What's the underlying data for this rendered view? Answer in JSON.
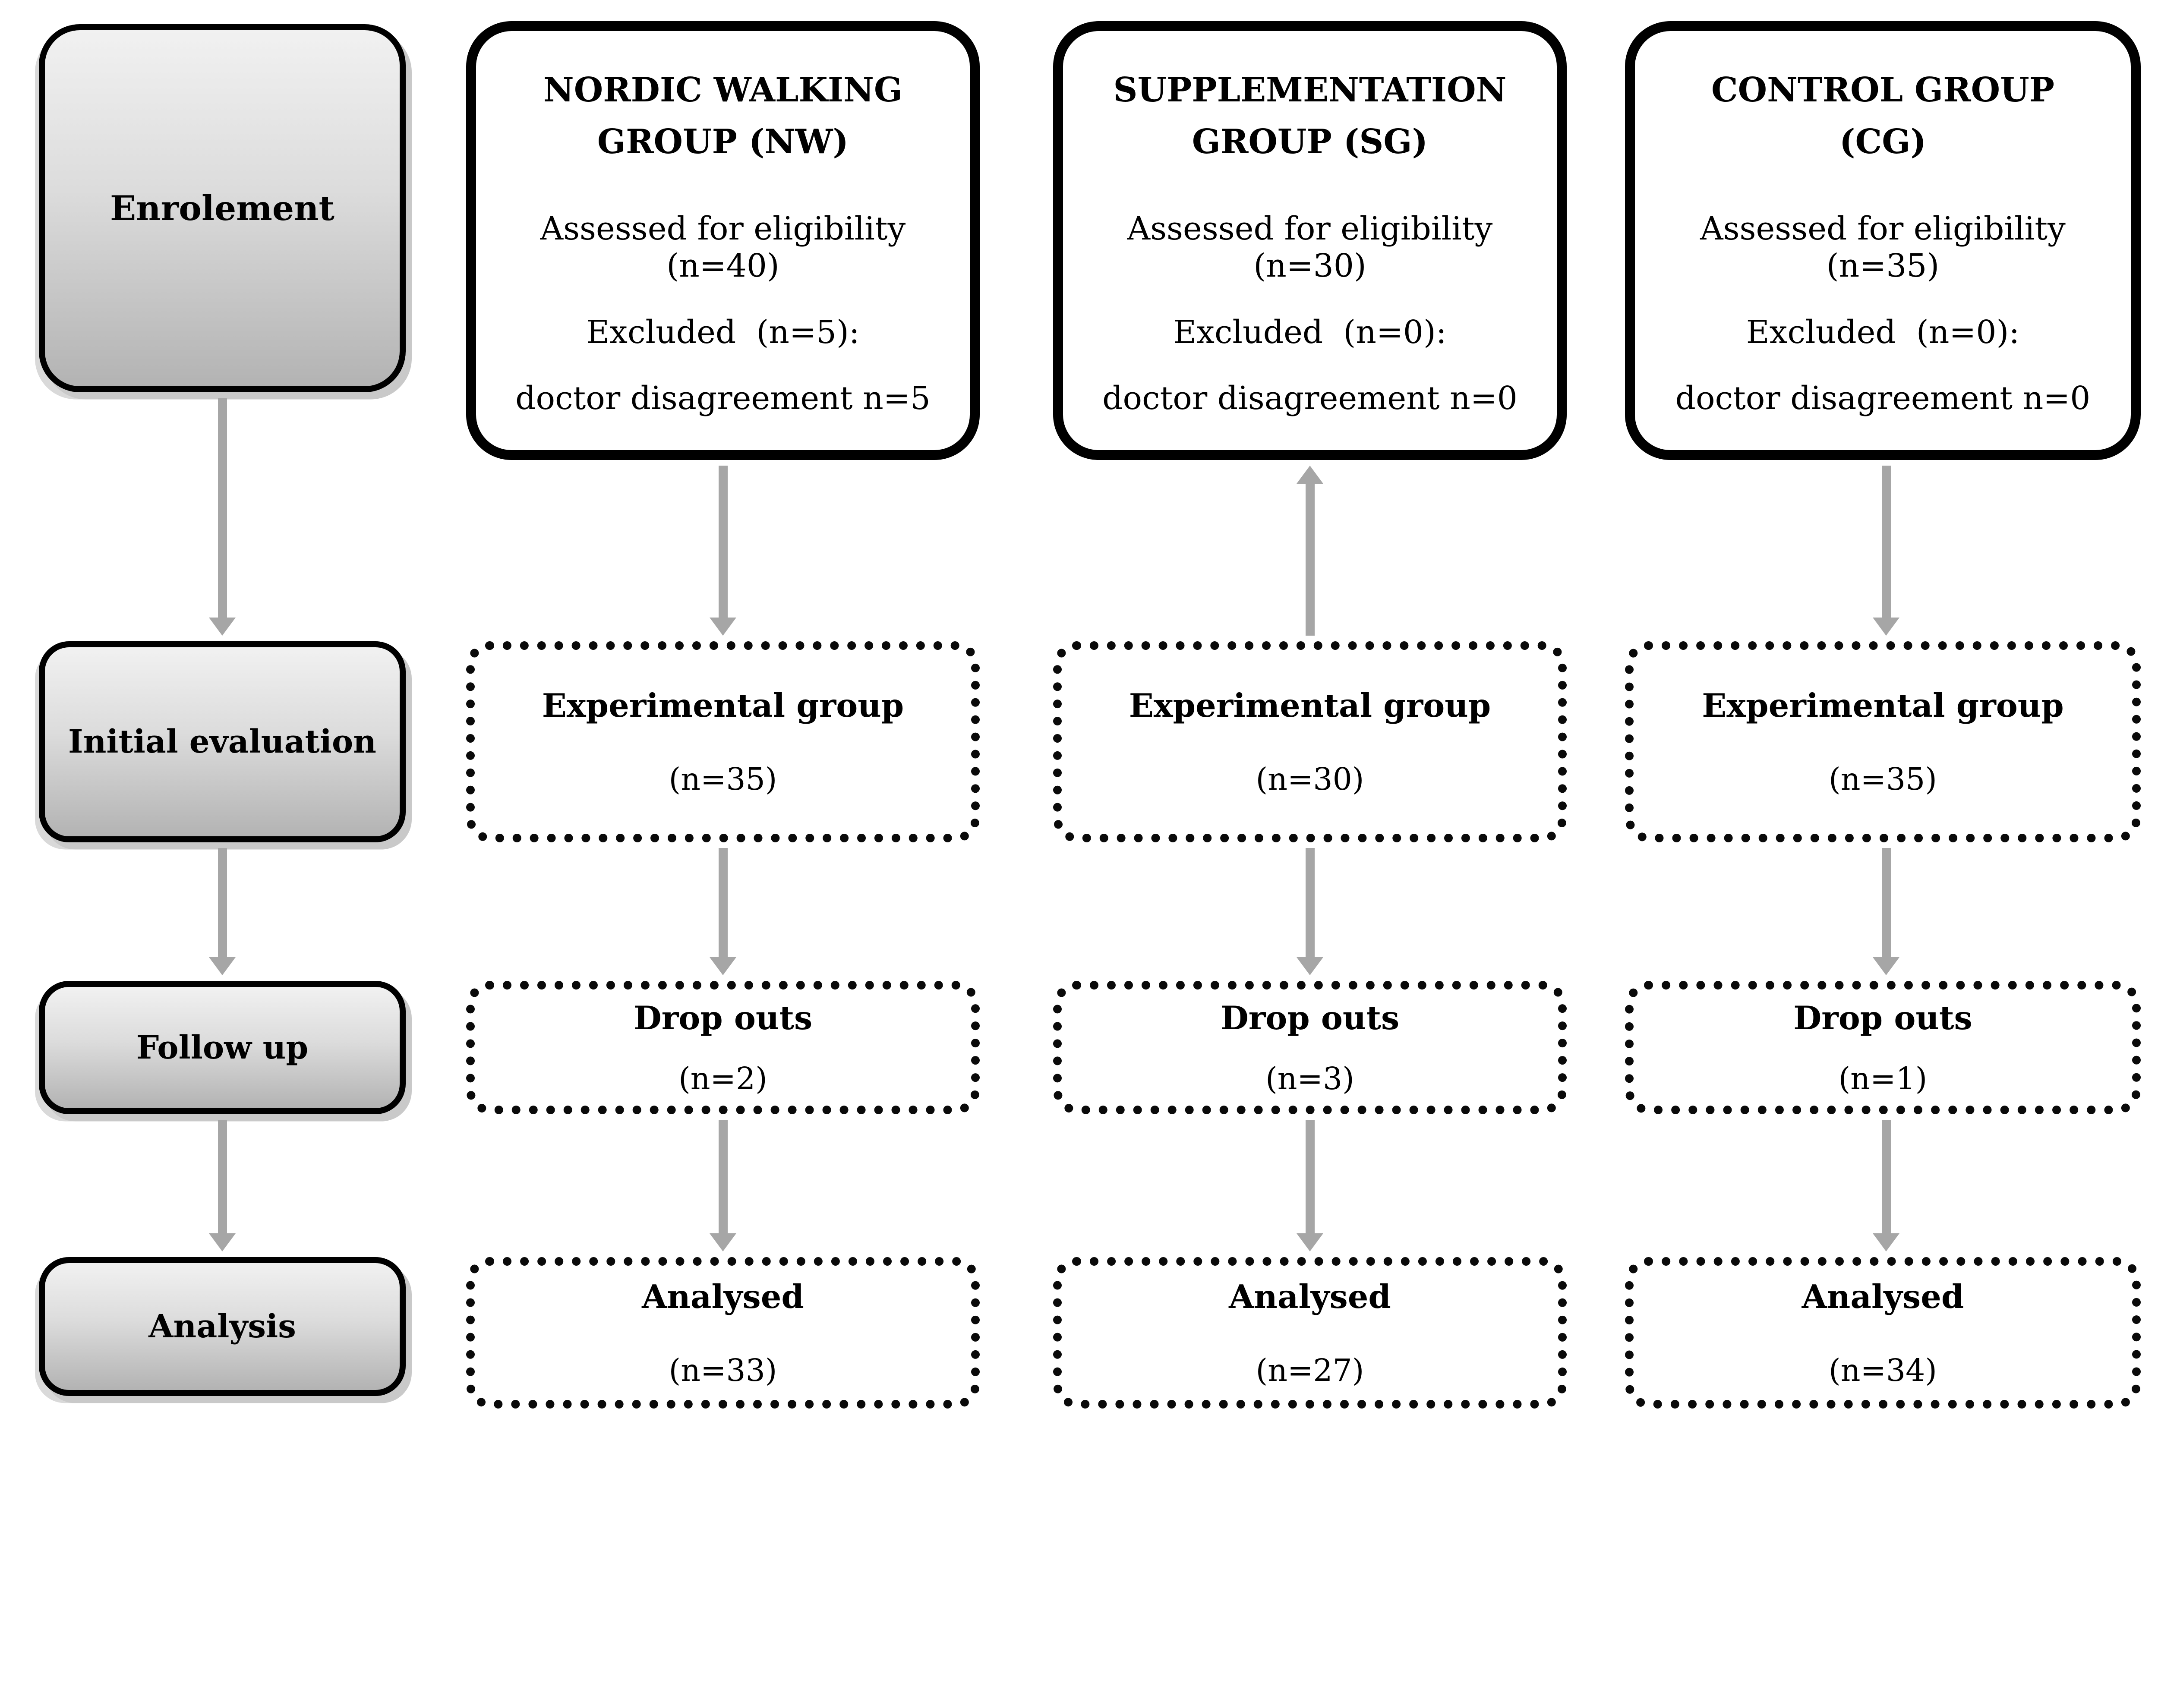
{
  "stages": [
    {
      "label": "Enrolement"
    },
    {
      "label": "Initial evaluation"
    },
    {
      "label": "Follow up"
    },
    {
      "label": "Analysis"
    }
  ],
  "label_column_arrows": [
    "down",
    "down",
    "down"
  ],
  "groups": [
    {
      "title": "NORDIC WALKING\nGROUP (NW)",
      "assessed": "Assessed for eligibility (n=40)",
      "excluded": "Excluded  (n=5):",
      "exclusion_reason": "doctor disagreement n=5",
      "experimental": {
        "label": "Experimental group",
        "n": "(n=35)"
      },
      "drop_outs": {
        "label": "Drop outs",
        "n": "(n=2)"
      },
      "analysed": {
        "label": "Analysed",
        "n": "(n=33)"
      },
      "arrows": {
        "header_to_experimental": "down",
        "experimental_to_drop_outs": "down",
        "drop_outs_to_analysed": "down"
      }
    },
    {
      "title": "SUPPLEMENTATION\nGROUP (SG)",
      "assessed": "Assessed for eligibility (n=30)",
      "excluded": "Excluded  (n=0):",
      "exclusion_reason": "doctor disagreement n=0",
      "experimental": {
        "label": "Experimental group",
        "n": "(n=30)"
      },
      "drop_outs": {
        "label": "Drop outs",
        "n": "(n=3)"
      },
      "analysed": {
        "label": "Analysed",
        "n": "(n=27)"
      },
      "arrows": {
        "header_to_experimental": "up",
        "experimental_to_drop_outs": "down",
        "drop_outs_to_analysed": "down"
      }
    },
    {
      "title": "CONTROL GROUP\n(CG)",
      "assessed": "Assessed for eligibility (n=35)",
      "excluded": "Excluded  (n=0):",
      "exclusion_reason": "doctor disagreement n=0",
      "experimental": {
        "label": "Experimental group",
        "n": "(n=35)"
      },
      "drop_outs": {
        "label": "Drop outs",
        "n": "(n=1)"
      },
      "analysed": {
        "label": "Analysed",
        "n": "(n=34)"
      },
      "arrows": {
        "header_to_experimental": "down",
        "experimental_to_drop_outs": "down",
        "drop_outs_to_analysed": "down"
      }
    }
  ],
  "colors": {
    "border": "#000000",
    "arrow": "#a6a6a6",
    "stage_gradient_top": "#f1f1f1",
    "stage_gradient_bottom": "#b3b3b3",
    "box_fill": "#ffffff"
  }
}
